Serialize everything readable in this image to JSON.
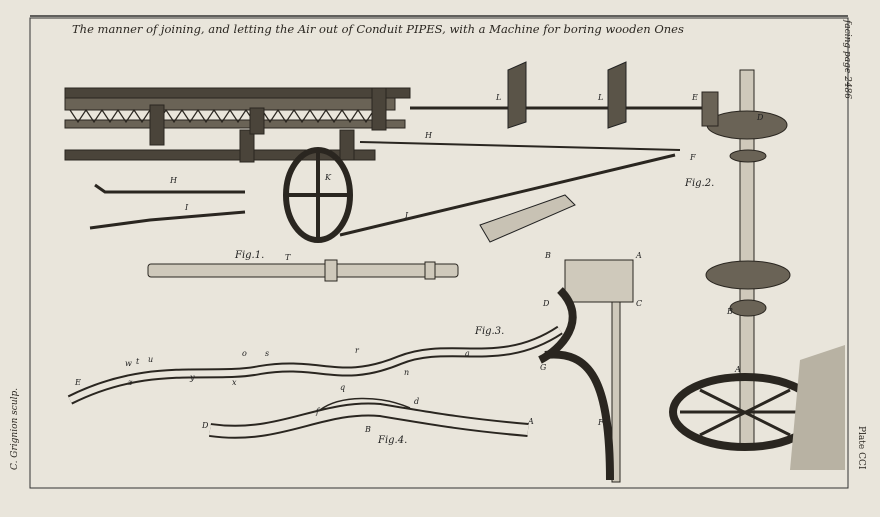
{
  "plate": {
    "title": "The manner of joining, and letting the Air out of Conduit PIPES, with a Machine for boring wooden Ones",
    "facing_page": "facing page 2486",
    "engraver": "C. Grignion sculp.",
    "plate_number": "Plate CCI"
  },
  "labels": {
    "fig1": "Fig.1.",
    "fig2": "Fig.2.",
    "fig3": "Fig.3.",
    "fig4": "Fig.4.",
    "L": "L",
    "E": "E",
    "D": "D",
    "H": "H",
    "F": "F",
    "K": "K",
    "I": "I",
    "T": "T",
    "B": "B",
    "A": "A",
    "C": "C",
    "G": "G",
    "w": "w",
    "t": "t",
    "u": "u",
    "z": "z",
    "y": "y",
    "o": "o",
    "s": "s",
    "x": "x",
    "r": "r",
    "n": "n",
    "a": "a",
    "f": "f",
    "d": "d",
    "q": "q"
  }
}
